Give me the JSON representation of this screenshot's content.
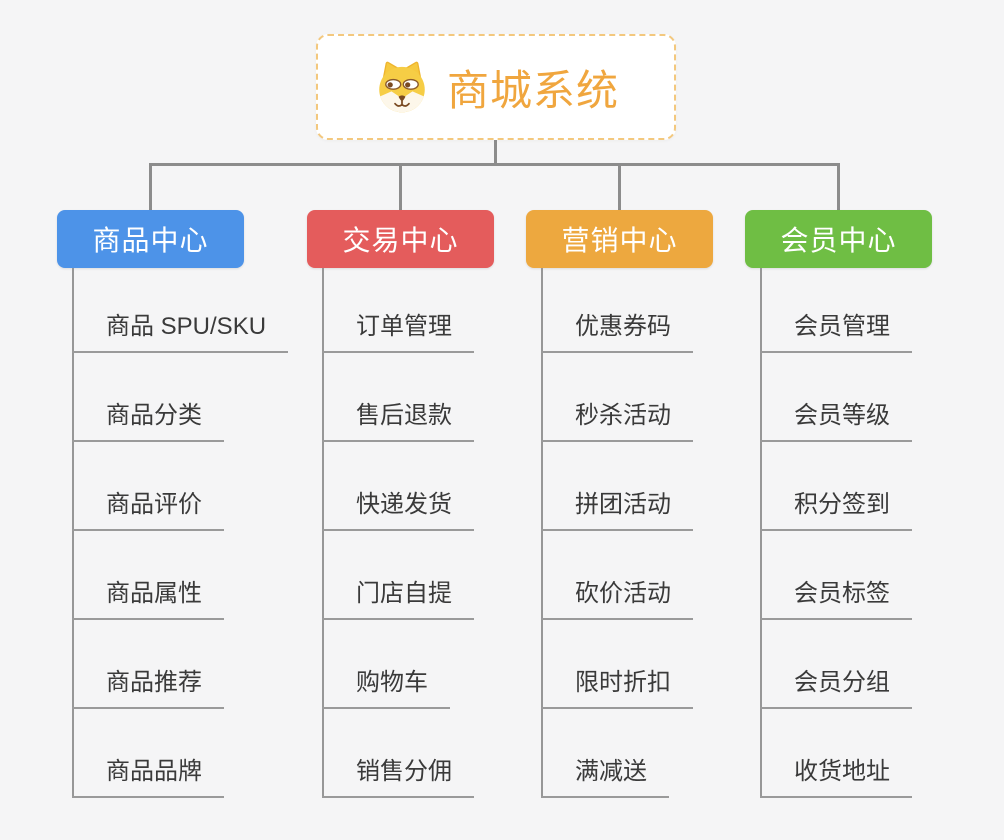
{
  "page": {
    "background_color": "#f5f5f6",
    "connector_color": "#8c8c8c",
    "underline_color": "#9a9a9a"
  },
  "root": {
    "title": "商城系统",
    "icon": "shiba-dog-icon",
    "text_color": "#f0a63e",
    "border_color": "#f3c87e"
  },
  "branches": [
    {
      "label": "商品中心",
      "color": "#4d93e8",
      "items": [
        "商品 SPU/SKU",
        "商品分类",
        "商品评价",
        "商品属性",
        "商品推荐",
        "商品品牌"
      ]
    },
    {
      "label": "交易中心",
      "color": "#e45c5c",
      "items": [
        "订单管理",
        "售后退款",
        "快递发货",
        "门店自提",
        "购物车",
        "销售分佣"
      ]
    },
    {
      "label": "营销中心",
      "color": "#eda83f",
      "items": [
        "优惠券码",
        "秒杀活动",
        "拼团活动",
        "砍价活动",
        "限时折扣",
        "满减送"
      ]
    },
    {
      "label": "会员中心",
      "color": "#6fbe44",
      "items": [
        "会员管理",
        "会员等级",
        "积分签到",
        "会员标签",
        "会员分组",
        "收货地址"
      ]
    }
  ]
}
